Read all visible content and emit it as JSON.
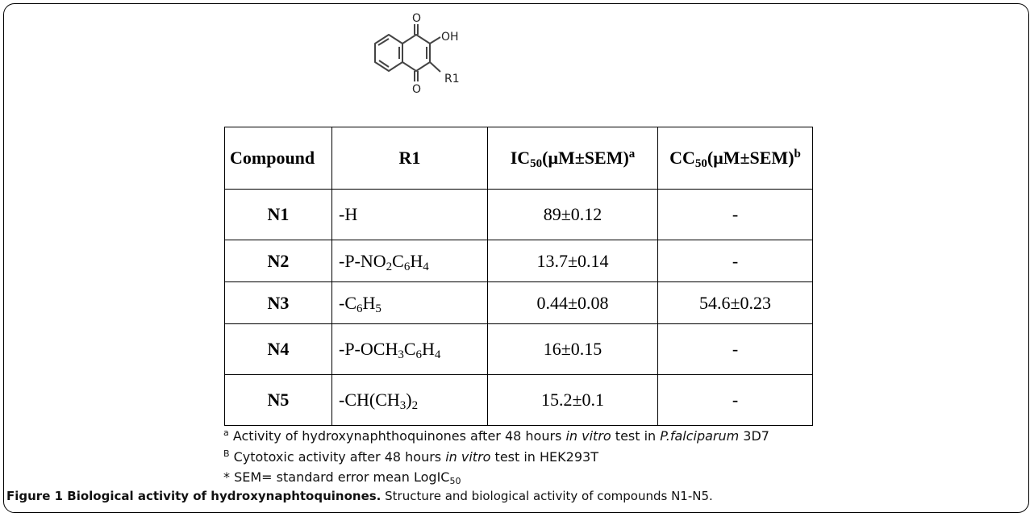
{
  "structure": {
    "labels": {
      "oxygen_top": "O",
      "hydroxyl": "OH",
      "oxygen_bottom": "O",
      "substituent": "R1"
    }
  },
  "table": {
    "headers": {
      "compound": "Compound",
      "r1": "R1",
      "ic50": {
        "main": "IC",
        "sub": "50",
        "rest": "(μM±SEM)",
        "sup": "a"
      },
      "cc50": {
        "main": "CC",
        "sub": "50",
        "rest": "(μM±SEM)",
        "sup": "b"
      }
    },
    "rows": [
      {
        "compound": "N1",
        "r1": [
          {
            "t": "-H"
          }
        ],
        "ic50": "89±0.12",
        "cc50": "-"
      },
      {
        "compound": "N2",
        "r1": [
          {
            "t": "-P-NO"
          },
          {
            "sub": "2"
          },
          {
            "t": "C"
          },
          {
            "sub": "6"
          },
          {
            "t": "H"
          },
          {
            "sub": "4"
          }
        ],
        "ic50": "13.7±0.14",
        "cc50": "-"
      },
      {
        "compound": "N3",
        "r1": [
          {
            "t": "-C"
          },
          {
            "sub": "6"
          },
          {
            "t": "H"
          },
          {
            "sub": "5"
          }
        ],
        "ic50": "0.44±0.08",
        "cc50": "54.6±0.23"
      },
      {
        "compound": "N4",
        "r1": [
          {
            "t": "-P-OCH"
          },
          {
            "sub": "3"
          },
          {
            "t": "C"
          },
          {
            "sub": "6"
          },
          {
            "t": "H"
          },
          {
            "sub": "4"
          }
        ],
        "ic50": "16±0.15",
        "cc50": "-"
      },
      {
        "compound": "N5",
        "r1": [
          {
            "t": "-CH(CH"
          },
          {
            "sub": "3"
          },
          {
            "t": ")"
          },
          {
            "sub": "2"
          }
        ],
        "ic50": "15.2±0.1",
        "cc50": "-"
      }
    ]
  },
  "footnotes": {
    "a": {
      "marker": "a",
      "text_before": " Activity of hydroxynaphthoquinones after 48 hours ",
      "italic": "in vitro",
      "text_mid": " test in ",
      "italic2": "P.falciparum",
      "text_after": " 3D7"
    },
    "b": {
      "marker": "B",
      "text_before": " Cytotoxic activity after 48 hours ",
      "italic": "in vitro",
      "text_after": " test in HEK293T"
    },
    "sem": {
      "text": "* SEM= standard error mean LogIC",
      "sub": "50"
    }
  },
  "caption": {
    "bold": "Figure 1 Biological activity of hydroxynaphtoquinones.",
    "text": " Structure and biological activity of compounds N1-N5."
  }
}
